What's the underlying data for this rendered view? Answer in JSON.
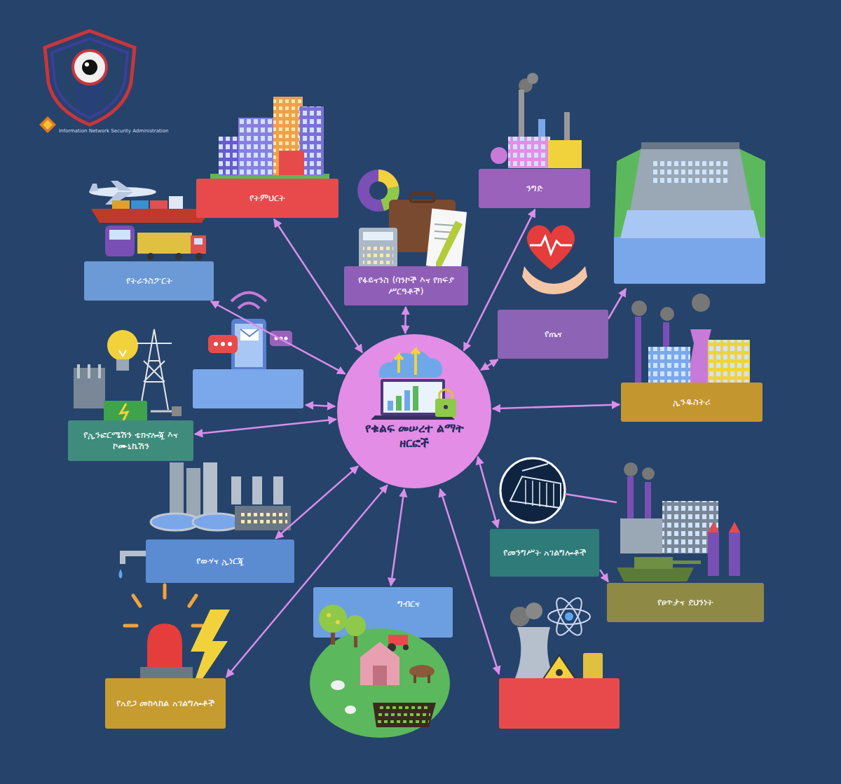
{
  "diagram": {
    "nodes": [
      {
        "text": [
          "የትምህርት"
        ]
      },
      {
        "text": [
          "ንግድ"
        ]
      },
      {
        "text": [
          "የፋይናንስ (ባንኮች እና የክፍያ ሥርዓቶች)"
        ]
      },
      {
        "text": [
          "የትራንስፖርት"
        ]
      },
      {
        "text": [
          "የጤና"
        ]
      },
      {
        "text": [
          "ኢንዱስትሪ"
        ]
      },
      {
        "text": [
          "የቁልፍ መሠረተ ልማት ዘርፎች"
        ]
      },
      {
        "text": [
          "የኢንፎርሜሽን ቴክኖሎጂ እና ኮሙኒኬሽን"
        ]
      },
      {
        "text": [
          "የመንግሥት አገልግሎቶች"
        ]
      },
      {
        "text": [
          "የውሃና ኢነርጂ"
        ]
      },
      {
        "text": [
          "ግብርና"
        ]
      },
      {
        "text": [
          "የፀጥታና ደህንነት"
        ]
      },
      {
        "text": [
          "የአደጋ መከላከል አገልግሎቶች"
        ]
      }
    ],
    "edges": [
      {
        "from": 6,
        "to": 0,
        "arrow": "both"
      },
      {
        "from": 6,
        "to": 2,
        "arrow": "both"
      },
      {
        "from": 6,
        "to": 1,
        "arrow": "both"
      },
      {
        "from": 6,
        "to": 3,
        "arrow": "both"
      },
      {
        "from": 6,
        "to": 4,
        "arrow": "both"
      },
      {
        "from": 6,
        "to": 7,
        "arrow": "both"
      },
      {
        "from": 6,
        "to": 5,
        "arrow": "both"
      },
      {
        "from": 6,
        "to": 9,
        "arrow": "both"
      },
      {
        "from": 6,
        "to": 10,
        "arrow": "both"
      },
      {
        "from": 6,
        "to": 12,
        "arrow": "both"
      },
      {
        "from": 6,
        "to": 8,
        "arrow": "both"
      },
      {
        "from": 8,
        "to": 11,
        "arrow": "to"
      }
    ],
    "labels": [
      "Information Network Security Administration"
    ]
  }
}
